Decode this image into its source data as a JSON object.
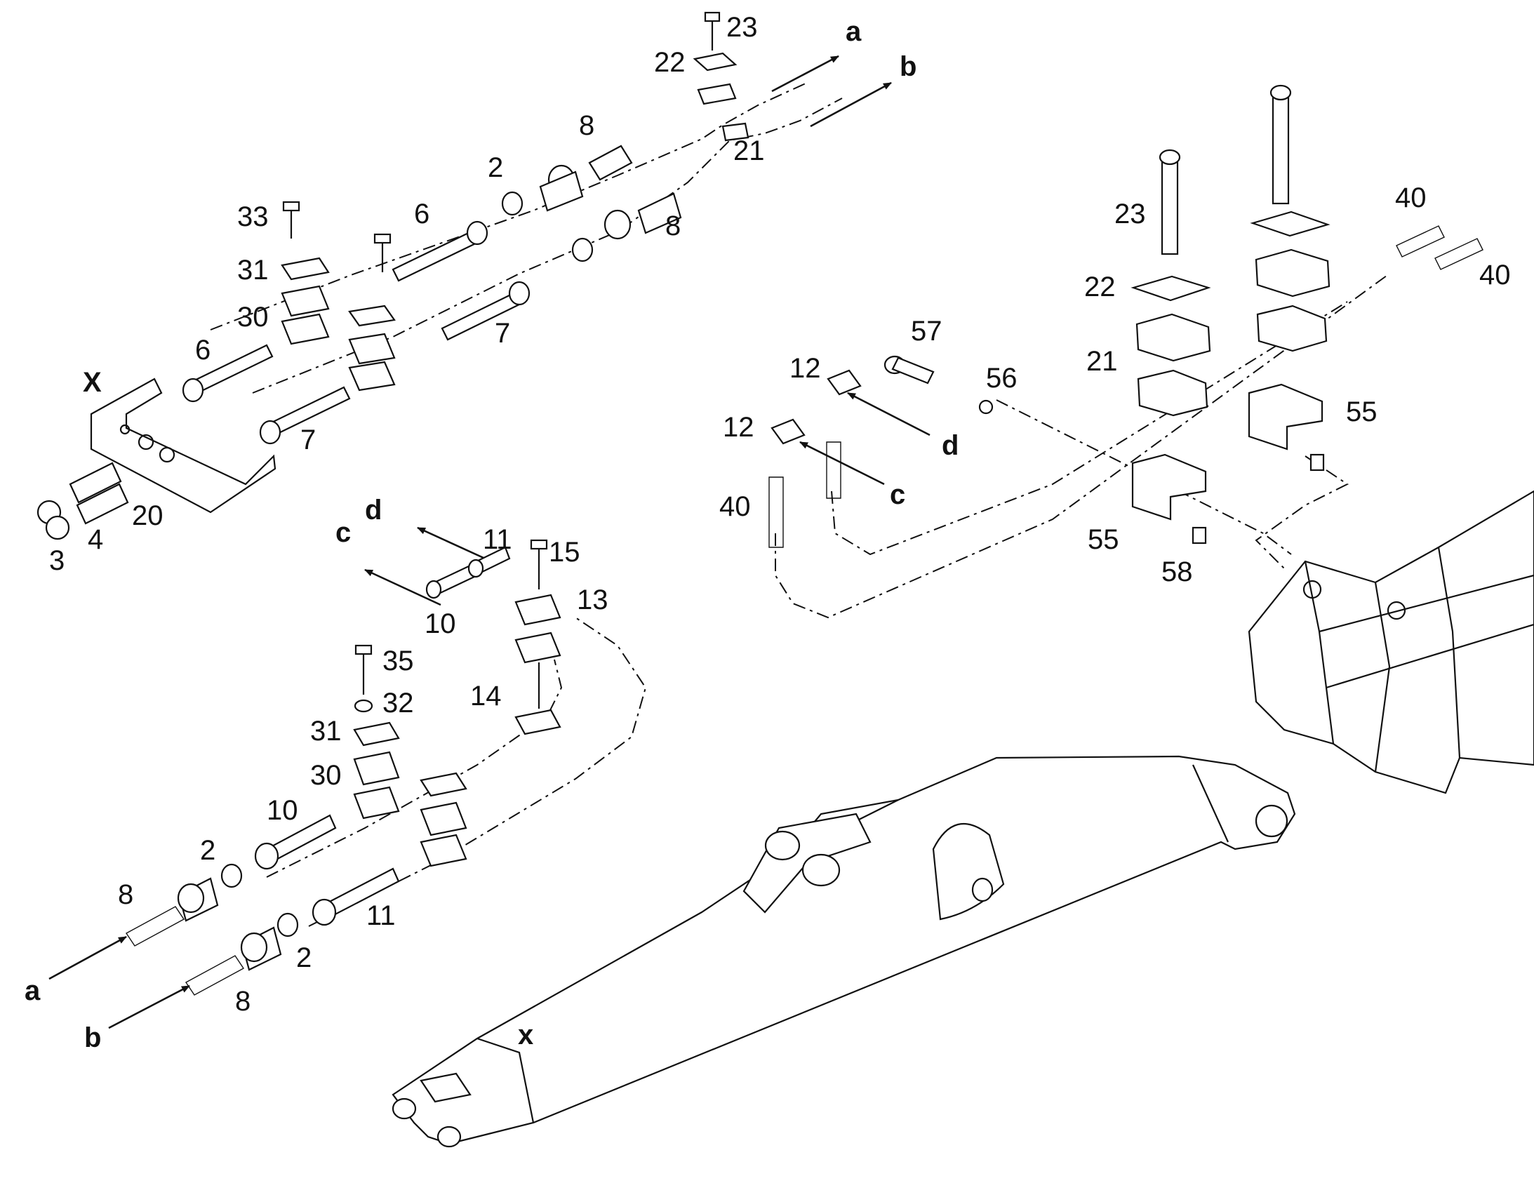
{
  "diagram": {
    "callouts": {
      "c23_top": "23",
      "c22_top": "22",
      "c21_top": "21",
      "c8_a": "8",
      "c8_b": "8",
      "c2_top": "2",
      "c6_top": "6",
      "c6_left": "6",
      "c7_mid": "7",
      "c7_left": "7",
      "c33": "33",
      "c31_top": "31",
      "c30_top": "30",
      "c3": "3",
      "c4": "4",
      "c20": "20",
      "c11_top": "11",
      "c15": "15",
      "c13": "13",
      "c10_top": "10",
      "c14": "14",
      "c35": "35",
      "c32": "32",
      "c31_low": "31",
      "c30_low": "30",
      "c10_low": "10",
      "c2_low_a": "2",
      "c2_low_b": "2",
      "c8_low_a": "8",
      "c8_low_b": "8",
      "c11_low": "11",
      "c23_r": "23",
      "c22_r": "22",
      "c21_r": "21",
      "c40_r1": "40",
      "c40_r2": "40",
      "c57": "57",
      "c56": "56",
      "c12_a": "12",
      "c12_b": "12",
      "c40_l": "40",
      "c55_a": "55",
      "c55_b": "55",
      "c58": "58"
    },
    "letters": {
      "a_top": "a",
      "b_top": "b",
      "a_low": "a",
      "b_low": "b",
      "c_mid": "c",
      "d_mid": "d",
      "c_right": "c",
      "d_right": "d",
      "x_bracket": "X",
      "x_boom": "x"
    }
  }
}
